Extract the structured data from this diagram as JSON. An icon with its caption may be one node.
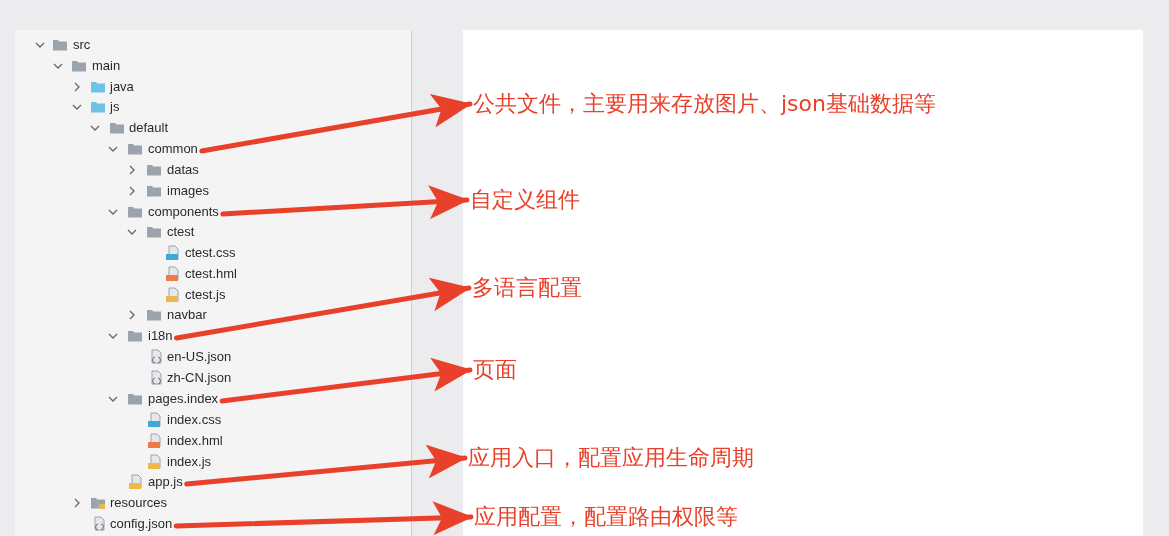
{
  "diagram": {
    "nodes": [
      {
        "text": [
          "common"
        ]
      },
      {
        "text": [
          "components"
        ]
      },
      {
        "text": [
          "i18n"
        ]
      },
      {
        "text": [
          "pages.index"
        ]
      },
      {
        "text": [
          "app.js"
        ]
      },
      {
        "text": [
          "config.json"
        ]
      },
      {
        "text": [
          "公共文件，主要用来存放图片、json基础数据等"
        ]
      },
      {
        "text": [
          "自定义组件"
        ]
      },
      {
        "text": [
          "多语言配置"
        ]
      },
      {
        "text": [
          "页面"
        ]
      },
      {
        "text": [
          "应用入口，配置应用生命周期"
        ]
      },
      {
        "text": [
          "应用配置，配置路由权限等"
        ]
      }
    ],
    "edges": [
      {
        "from": 0,
        "to": 6,
        "arrow": "to"
      },
      {
        "from": 1,
        "to": 7,
        "arrow": "to"
      },
      {
        "from": 2,
        "to": 8,
        "arrow": "to"
      },
      {
        "from": 3,
        "to": 9,
        "arrow": "to"
      },
      {
        "from": 4,
        "to": 10,
        "arrow": "to"
      },
      {
        "from": 5,
        "to": 11,
        "arrow": "to"
      }
    ],
    "labels": [
      "src",
      "main",
      "java",
      "js",
      "default",
      "datas",
      "images",
      "ctest",
      "ctest.css",
      "ctest.hml",
      "ctest.js",
      "navbar",
      "en-US.json",
      "zh-CN.json",
      "index.css",
      "index.hml",
      "index.js",
      "resources"
    ]
  }
}
